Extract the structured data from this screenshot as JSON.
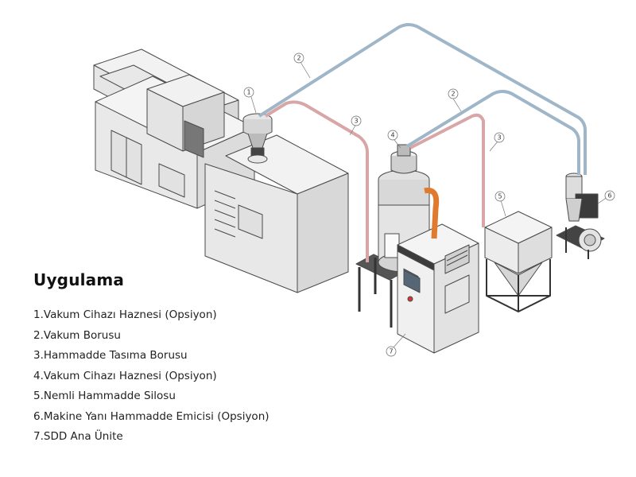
{
  "title": "Uygulama",
  "legend": [
    "1.Vakum Cihazı Haznesi (Opsiyon)",
    "2.Vakum Borusu",
    "3.Hammadde Tasıma Borusu",
    "4.Vakum Cihazı Haznesi (Opsiyon)",
    "5.Nemli Hammadde Silosu",
    "6.Makine Yanı Hammadde Emicisi (Opsiyon)",
    "7.SDD Ana Ünite"
  ],
  "callouts": {
    "c1": "1",
    "c2a": "2",
    "c2b": "2",
    "c3a": "3",
    "c3b": "3",
    "c4": "4",
    "c5": "5",
    "c6": "6",
    "c7": "7"
  },
  "colors": {
    "outline": "#4a4a4a",
    "machine_fill": "#eeeeee",
    "vacuum_pipe": "#9fb6c9",
    "material_pipe": "#d8a6a6",
    "hose": "#e07a2e",
    "panel": "#556677"
  }
}
